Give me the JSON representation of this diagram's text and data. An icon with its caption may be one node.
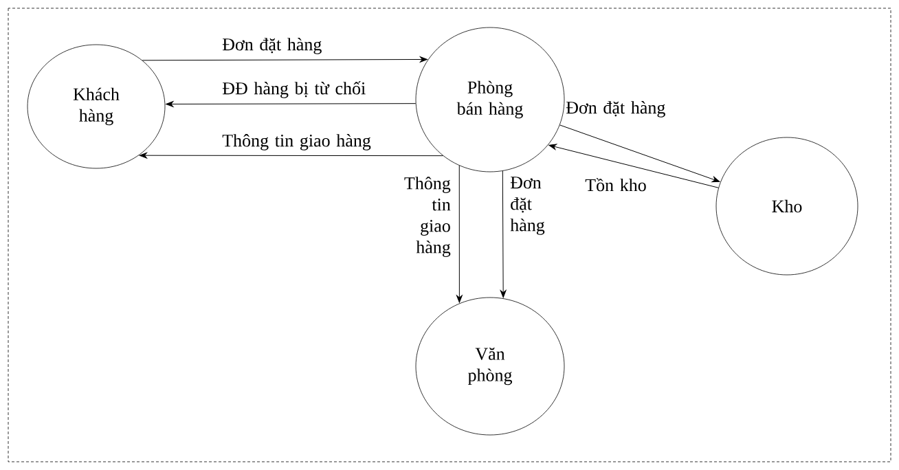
{
  "diagram": {
    "nodes": [
      {
        "text": [
          "Khách hàng"
        ]
      },
      {
        "text": [
          "Phòng bán hàng"
        ]
      },
      {
        "text": [
          "Kho"
        ]
      },
      {
        "text": [
          "Văn phòng"
        ]
      }
    ],
    "edges": [
      {
        "from": 0,
        "to": 1,
        "arrow": "to",
        "label": "Đơn đặt hàng"
      },
      {
        "from": 1,
        "to": 0,
        "arrow": "to",
        "label": "ĐĐ hàng bị từ chối"
      },
      {
        "from": 1,
        "to": 0,
        "arrow": "to",
        "label": "Thông tin giao hàng"
      },
      {
        "from": 1,
        "to": 2,
        "arrow": "to",
        "label": "Đơn đặt hàng"
      },
      {
        "from": 2,
        "to": 1,
        "arrow": "to",
        "label": "Tồn kho"
      },
      {
        "from": 1,
        "to": 3,
        "arrow": "to",
        "label": "Thông tin giao hàng"
      },
      {
        "from": 1,
        "to": 3,
        "arrow": "to",
        "label": "Đơn đặt hàng"
      }
    ]
  }
}
